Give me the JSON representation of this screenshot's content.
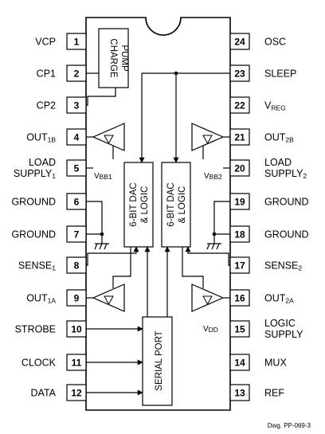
{
  "chip": {
    "left_pins": [
      {
        "num": "1",
        "label": "VCP"
      },
      {
        "num": "2",
        "label": "CP1"
      },
      {
        "num": "3",
        "label": "CP2"
      },
      {
        "num": "4",
        "label": "OUT",
        "sub": "1B"
      },
      {
        "num": "5",
        "label": "LOAD",
        "label2": "SUPPLY",
        "sub": "1"
      },
      {
        "num": "6",
        "label": "GROUND"
      },
      {
        "num": "7",
        "label": "GROUND"
      },
      {
        "num": "8",
        "label": "SENSE",
        "sub": "1"
      },
      {
        "num": "9",
        "label": "OUT",
        "sub": "1A"
      },
      {
        "num": "10",
        "label": "STROBE"
      },
      {
        "num": "11",
        "label": "CLOCK"
      },
      {
        "num": "12",
        "label": "DATA"
      }
    ],
    "right_pins": [
      {
        "num": "24",
        "label": "OSC"
      },
      {
        "num": "23",
        "label": "SLEEP"
      },
      {
        "num": "22",
        "label": "V",
        "sub": "REG"
      },
      {
        "num": "21",
        "label": "OUT",
        "sub": "2B"
      },
      {
        "num": "20",
        "label": "LOAD",
        "label2": "SUPPLY",
        "sub": "2"
      },
      {
        "num": "19",
        "label": "GROUND"
      },
      {
        "num": "18",
        "label": "GROUND"
      },
      {
        "num": "17",
        "label": "SENSE",
        "sub": "2"
      },
      {
        "num": "16",
        "label": "OUT",
        "sub": "2A"
      },
      {
        "num": "15",
        "label": "LOGIC",
        "label2": "SUPPLY"
      },
      {
        "num": "14",
        "label": "MUX"
      },
      {
        "num": "13",
        "label": "REF"
      }
    ]
  },
  "blocks": {
    "charge_pump": [
      "CHARGE",
      "PUMP"
    ],
    "dac1": [
      "6-BIT DAC",
      "& LOGIC"
    ],
    "dac2": [
      "6-BIT DAC",
      "& LOGIC"
    ],
    "serial_port": "SERIAL PORT"
  },
  "annotations": {
    "vbb1": {
      "main": "V",
      "sub": "BB1"
    },
    "vbb2": {
      "main": "V",
      "sub": "BB2"
    },
    "vdd": {
      "main": "V",
      "sub": "DD"
    }
  },
  "drawing_number": "Dwg. PP-069-3"
}
